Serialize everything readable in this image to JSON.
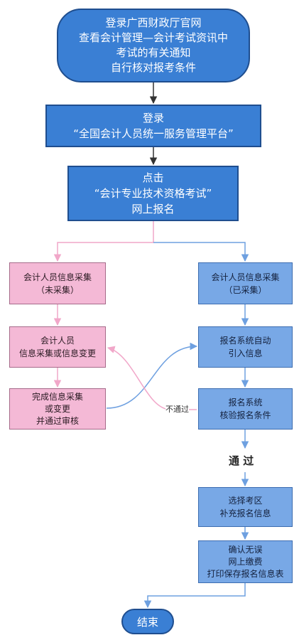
{
  "nodes": {
    "start": [
      "登录广西财政厅官网",
      "查看会计管理—会计考试资讯中",
      "考试的有关通知",
      "自行核对报考条件"
    ],
    "login": [
      "登录",
      "“全国会计人员统一服务管理平台”"
    ],
    "click": [
      "点击",
      "“会计专业技术资格考试”",
      "网上报名"
    ],
    "uncollected": [
      "会计人员信息采集",
      "（未采集）"
    ],
    "collect": [
      "会计人员",
      "信息采集或信息变更"
    ],
    "complete": [
      "完成信息采集",
      "或变更",
      "并通过审核"
    ],
    "collected": [
      "会计人员信息采集",
      "（已采集）"
    ],
    "auto_import": [
      "报名系统自动",
      "引入信息"
    ],
    "verify": [
      "报名系统",
      "核验报名条件"
    ],
    "choose_area": [
      "选择考区",
      "补充报名信息"
    ],
    "pay": [
      "确认无误",
      "网上缴费",
      "打印保存报名信息表"
    ],
    "end": [
      "结束"
    ]
  },
  "labels": {
    "fail": "不通过",
    "pass": "通  过"
  },
  "colors": {
    "dark_blue": "#3a7fd4",
    "light_blue": "#78a8e6",
    "pink": "#f4b9d6",
    "pink_line": "#f1a7c9",
    "blue_line": "#6ea0e0"
  }
}
